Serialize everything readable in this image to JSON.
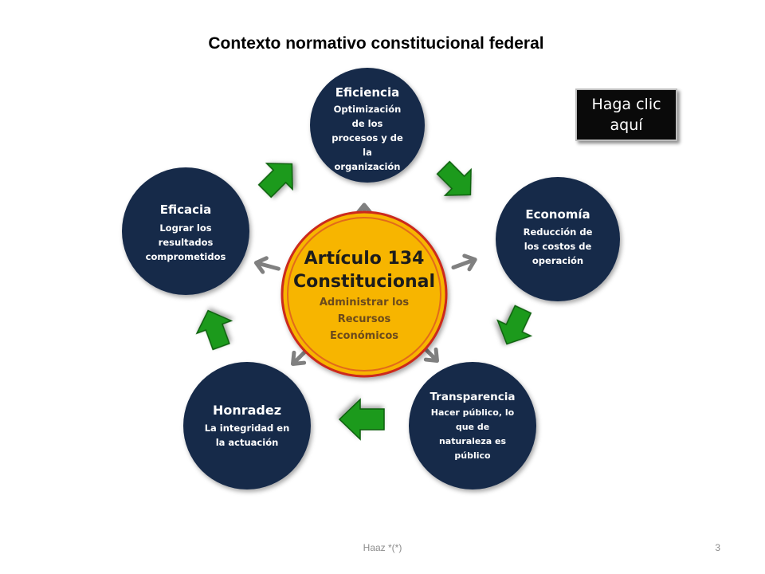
{
  "slide": {
    "title": "Contexto normativo constitucional federal",
    "footer": "Haaz *(*)",
    "page_number": "3"
  },
  "button": {
    "line1": "Haga clic",
    "line2": "aquí"
  },
  "center": {
    "title_line1": "Artículo 134",
    "title_line2": "Constitucional",
    "desc_lines": [
      "Administrar los",
      "Recursos",
      "Económicos"
    ]
  },
  "nodes": {
    "eficiencia": {
      "title": "Eficiencia",
      "desc_lines": [
        "Optimización",
        "de los",
        "procesos y de",
        "la",
        "organización"
      ]
    },
    "economia": {
      "title": "Economía",
      "desc_lines": [
        "Reducción de",
        "los costos de",
        "operación"
      ]
    },
    "transparencia": {
      "title": "Transparencia",
      "desc_lines": [
        "Hacer público, lo",
        "que de",
        "naturaleza es",
        "público"
      ]
    },
    "honradez": {
      "title": "Honradez",
      "desc_lines": [
        "La integridad en",
        "la actuación"
      ]
    },
    "eficacia": {
      "title": "Eficacia",
      "desc_lines": [
        "Lograr los",
        "resultados",
        "comprometidos"
      ]
    }
  },
  "colors": {
    "node_fill": "#172a4a",
    "center_fill": "#f7b500",
    "center_ring": "#cc2a1e",
    "green_arrow": "#1f9a1f",
    "gray_arrow": "#808080"
  }
}
